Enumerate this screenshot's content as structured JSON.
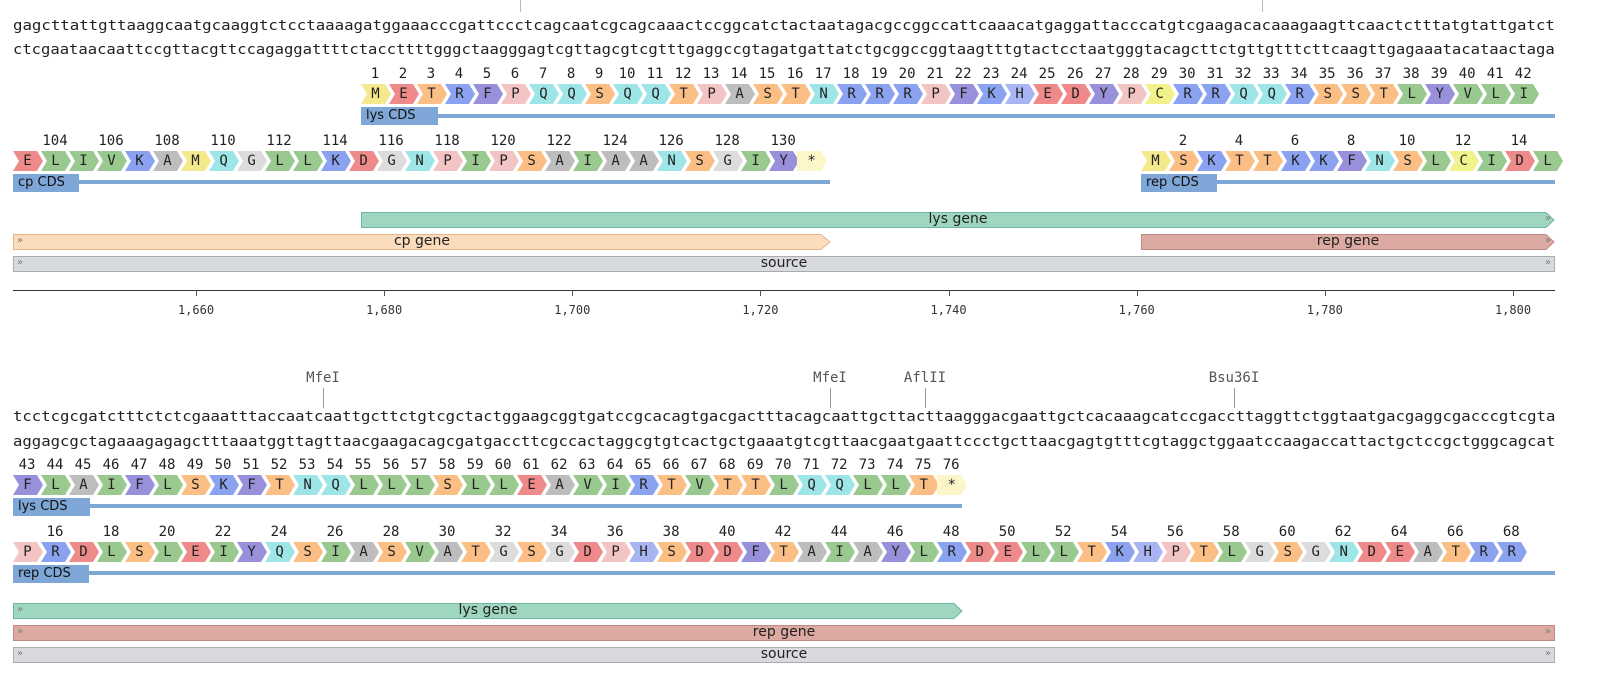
{
  "colors": {
    "cds": "#7ea6d6",
    "lys_gene_fill": "#9ed6c0",
    "lys_gene_stroke": "#6fb89b",
    "cp_gene_fill": "#fbdcbc",
    "cp_gene_stroke": "#e3b58a",
    "rep_gene_fill": "#dcaaa2",
    "rep_gene_stroke": "#c08a82",
    "source_fill": "#d8dadd",
    "source_stroke": "#a9adb2",
    "aa": {
      "M": "#f5e98e",
      "E": "#ef8a8a",
      "D": "#ef8a8a",
      "T": "#fbbf86",
      "S": "#fbbf86",
      "R": "#8aa2f0",
      "K": "#8aa2f0",
      "H": "#a9b4f2",
      "F": "#9890db",
      "Y": "#9890db",
      "W": "#9890db",
      "P": "#f2c4c4",
      "Q": "#9ee5e8",
      "N": "#9ee5e8",
      "A": "#bdbdbd",
      "C": "#f2f28a",
      "L": "#99c98e",
      "I": "#99c98e",
      "V": "#99c98e",
      "G": "#dcdcdc",
      "*": "#fdf6c8"
    }
  },
  "block1": {
    "seq_top": "gagcttattgttaaggcaatgcaaggtctcctaaaagatggaaacccgattccctcagcaatcgcagcaaactccggcatctactaatagacgccggccattcaaacatgaggattacccatgtcgaagacacaaagaagttcaactctttatgtattgatct",
    "seq_bottom": "ctcgaataacaattccgttacgttccagaggattttctaccttttgggctaagggagtcgttagcgtcgtttgaggccgtagatgattatctgcggccggtaagtttgtactcctaatgggtacagcttctgttgtttcttcaagttgagaaatacataactaga",
    "lys_track": {
      "numbers": [
        "1",
        "2",
        "3",
        "4",
        "5",
        "6",
        "7",
        "8",
        "9",
        "10",
        "11",
        "12",
        "13",
        "14",
        "15",
        "16",
        "17",
        "18",
        "19",
        "20",
        "21",
        "22",
        "23",
        "24",
        "25",
        "26",
        "27",
        "28",
        "29",
        "30",
        "31",
        "32",
        "33",
        "34",
        "35",
        "36",
        "37",
        "38",
        "39",
        "40",
        "41",
        "42"
      ],
      "aa": [
        "M",
        "E",
        "T",
        "R",
        "F",
        "P",
        "Q",
        "Q",
        "S",
        "Q",
        "Q",
        "T",
        "P",
        "A",
        "S",
        "T",
        "N",
        "R",
        "R",
        "R",
        "P",
        "F",
        "K",
        "H",
        "E",
        "D",
        "Y",
        "P",
        "C",
        "R",
        "R",
        "Q",
        "Q",
        "R",
        "S",
        "S",
        "T",
        "L",
        "Y",
        "V",
        "L",
        "I"
      ],
      "label": "lys CDS"
    },
    "cp_track": {
      "numbers": [
        "104",
        "106",
        "108",
        "110",
        "112",
        "114",
        "116",
        "118",
        "120",
        "122",
        "124",
        "126",
        "128",
        "130"
      ],
      "aa": [
        "E",
        "L",
        "I",
        "V",
        "K",
        "A",
        "M",
        "Q",
        "G",
        "L",
        "L",
        "K",
        "D",
        "G",
        "N",
        "P",
        "I",
        "P",
        "S",
        "A",
        "I",
        "A",
        "A",
        "N",
        "S",
        "G",
        "I",
        "Y",
        "*"
      ],
      "label": "cp CDS"
    },
    "rep_track": {
      "numbers": [
        "2",
        "4",
        "6",
        "8",
        "10",
        "12",
        "14"
      ],
      "aa": [
        "M",
        "S",
        "K",
        "T",
        "T",
        "K",
        "K",
        "F",
        "N",
        "S",
        "L",
        "C",
        "I",
        "D",
        "L"
      ],
      "label": "rep CDS"
    },
    "features": {
      "lys_gene": "lys gene",
      "cp_gene": "cp gene",
      "rep_gene": "rep gene",
      "source": "source"
    },
    "ruler": [
      "1,660",
      "1,680",
      "1,700",
      "1,720",
      "1,740",
      "1,760",
      "1,780",
      "1,800"
    ]
  },
  "block2": {
    "enzymes": [
      "MfeI",
      "MfeI",
      "AflII",
      "Bsu36I"
    ],
    "seq_top": "tcctcgcgatctttctctcgaaatttaccaatcaattgcttctgtcgctactggaagcggtgatccgcacagtgacgactttacagcaattgcttacttaagggacgaattgctcacaaagcatccgaccttaggttctggtaatgacgaggcgacccgtcgta",
    "seq_bottom": "aggagcgctagaaagagagctttaaatggttagttaacgaagacagcgatgaccttcgccactaggcgtgtcactgctgaaatgtcgttaacgaatgaattccctgcttaacgagtgtttcgtaggctggaatccaagaccattactgctccgctgggcagcat",
    "lys_track": {
      "numbers": [
        "43",
        "44",
        "45",
        "46",
        "47",
        "48",
        "49",
        "50",
        "51",
        "52",
        "53",
        "54",
        "55",
        "56",
        "57",
        "58",
        "59",
        "60",
        "61",
        "62",
        "63",
        "64",
        "65",
        "66",
        "67",
        "68",
        "69",
        "70",
        "71",
        "72",
        "73",
        "74",
        "75",
        "76"
      ],
      "aa": [
        "F",
        "L",
        "A",
        "I",
        "F",
        "L",
        "S",
        "K",
        "F",
        "T",
        "N",
        "Q",
        "L",
        "L",
        "L",
        "S",
        "L",
        "L",
        "E",
        "A",
        "V",
        "I",
        "R",
        "T",
        "V",
        "T",
        "T",
        "L",
        "Q",
        "Q",
        "L",
        "L",
        "T",
        "*"
      ],
      "label": "lys CDS"
    },
    "rep_track": {
      "numbers": [
        "16",
        "18",
        "20",
        "22",
        "24",
        "26",
        "28",
        "30",
        "32",
        "34",
        "36",
        "38",
        "40",
        "42",
        "44",
        "46",
        "48",
        "50",
        "52",
        "54",
        "56",
        "58",
        "60",
        "62",
        "64",
        "66",
        "68"
      ],
      "aa": [
        "P",
        "R",
        "D",
        "L",
        "S",
        "L",
        "E",
        "I",
        "Y",
        "Q",
        "S",
        "I",
        "A",
        "S",
        "V",
        "A",
        "T",
        "G",
        "S",
        "G",
        "D",
        "P",
        "H",
        "S",
        "D",
        "D",
        "F",
        "T",
        "A",
        "I",
        "A",
        "Y",
        "L",
        "R",
        "D",
        "E",
        "L",
        "L",
        "T",
        "K",
        "H",
        "P",
        "T",
        "L",
        "G",
        "S",
        "G",
        "N",
        "D",
        "E",
        "A",
        "T",
        "R",
        "R"
      ],
      "label": "rep CDS"
    },
    "features": {
      "lys_gene": "lys gene",
      "rep_gene": "rep gene",
      "source": "source"
    }
  }
}
